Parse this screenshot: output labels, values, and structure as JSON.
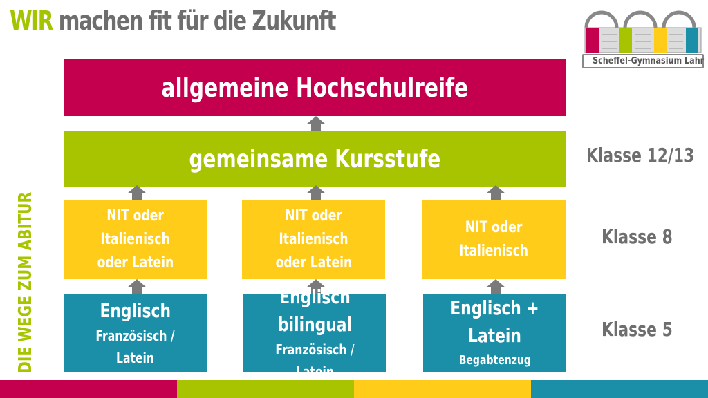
{
  "header": {
    "highlight": "WIR",
    "rest": "machen fit für die Zukunft"
  },
  "logo": {
    "caption": "Scheffel-Gymnasium Lahr",
    "colors": [
      "#c4004e",
      "#a8c400",
      "#ffcc1a",
      "#1b8ea8"
    ]
  },
  "side_label": "DIE WEGE ZUM ABITUR",
  "top_box": "allgemeine Hochschulreife",
  "kurs_box": "gemeinsame Kursstufe",
  "levels": {
    "k12": "Klasse 12/13",
    "k8": "Klasse 8",
    "k5": "Klasse 5"
  },
  "columns": [
    {
      "middle": [
        "NIT oder Italienisch",
        "oder Latein"
      ],
      "bottom_main": "Englisch",
      "bottom_sub": "Französisch / Latein"
    },
    {
      "middle": [
        "NIT oder Italienisch",
        "oder Latein"
      ],
      "bottom_main": "Englisch bilingual",
      "bottom_sub": "Französisch / Latein"
    },
    {
      "middle": [
        "NIT oder Italienisch"
      ],
      "bottom_main": "Englisch + Latein",
      "bottom_sub": "Begabtenzug"
    }
  ],
  "colors": {
    "crimson": "#c4004e",
    "green": "#a8c400",
    "yellow": "#ffcc1a",
    "teal": "#1b8ea8",
    "grey": "#6e6e6e",
    "arrow": "#7a7a7a"
  }
}
